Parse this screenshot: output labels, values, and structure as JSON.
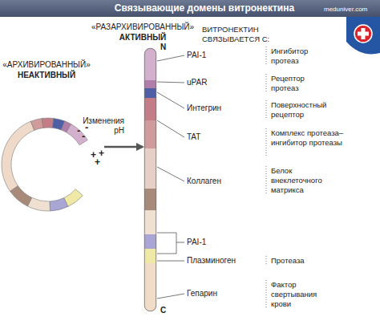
{
  "diagram": {
    "title": "Связывающие домены витронектина",
    "nodes": [
      {
        "text": [
          "«АРХИВИРОВАННЫЙ»",
          "НЕАКТИВНЫЙ"
        ]
      },
      {
        "text": [
          "«РАЗАРХИВИРОВАННЫЙ»",
          "АКТИВНЫЙ",
          "N",
          "C"
        ]
      }
    ],
    "edges": [
      {
        "from": 0,
        "to": 1,
        "label": "Изменения pH",
        "arrow": "to"
      }
    ],
    "labels": [
      "ВИТРОНЕКТИН СВЯЗЫВАЕТСЯ С:",
      "PAI-1",
      "Ингибитор протеаз",
      "uPAR",
      "Рецептор протеаз",
      "Интегрин",
      "Поверхностный рецептор",
      "TAT",
      "Комплекс протеаза–ингибитор протеазы",
      "Коллаген",
      "Белок внеклеточного матрикса",
      "PAI-1",
      "Плазминоген",
      "Протеаза",
      "Гепарин",
      "Фактор свертывания крови",
      "-",
      "-",
      "-",
      "+",
      "+",
      "+",
      "meduniver.com"
    ]
  }
}
